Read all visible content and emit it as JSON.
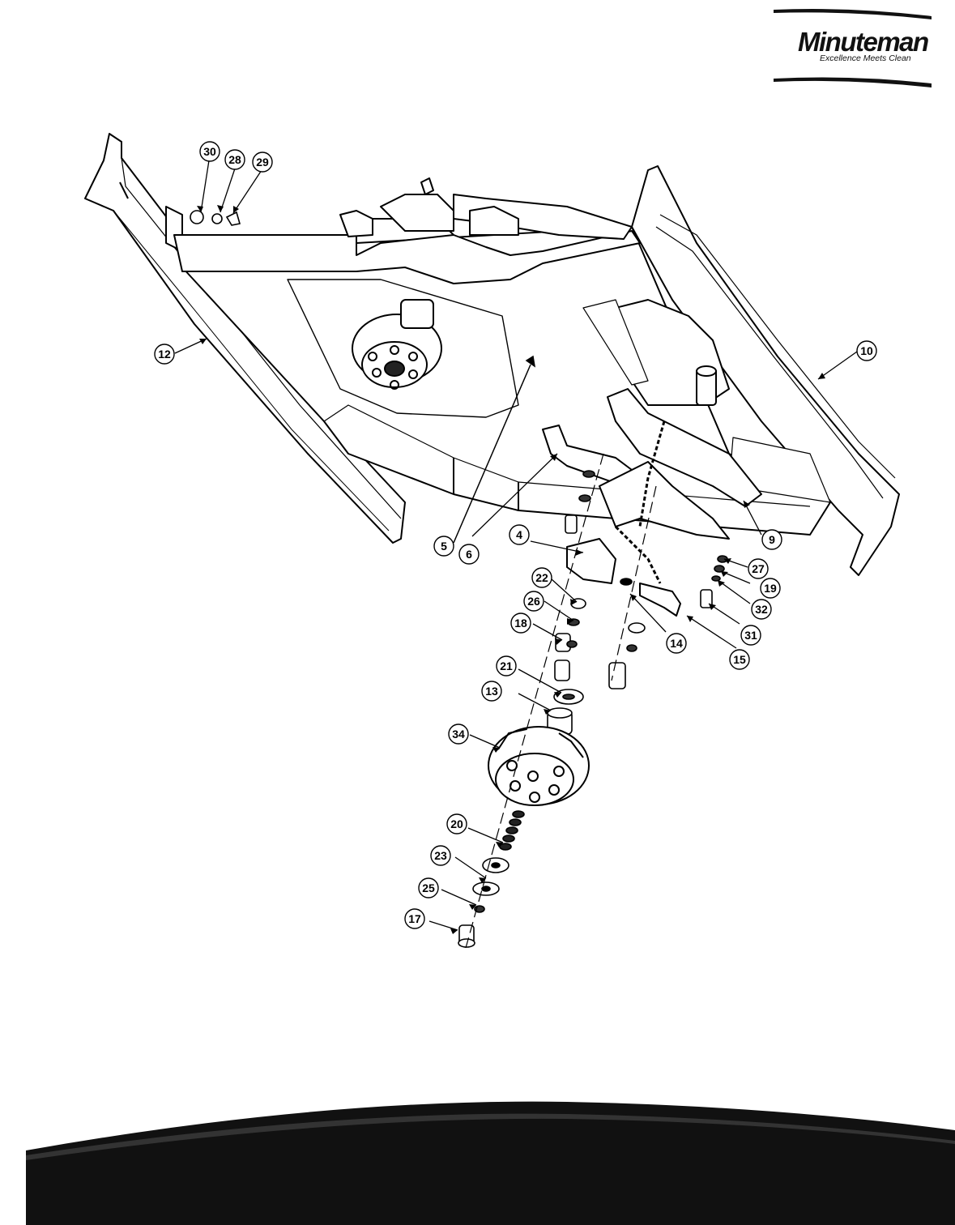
{
  "header": {
    "brand": "Minuteman",
    "tagline": "Excellence Meets Clean"
  },
  "diagram": {
    "callouts": [
      "30",
      "28",
      "29",
      "12",
      "10",
      "5",
      "6",
      "4",
      "9",
      "27",
      "19",
      "32",
      "31",
      "22",
      "26",
      "18",
      "14",
      "15",
      "21",
      "13",
      "34",
      "20",
      "23",
      "25",
      "17"
    ]
  }
}
